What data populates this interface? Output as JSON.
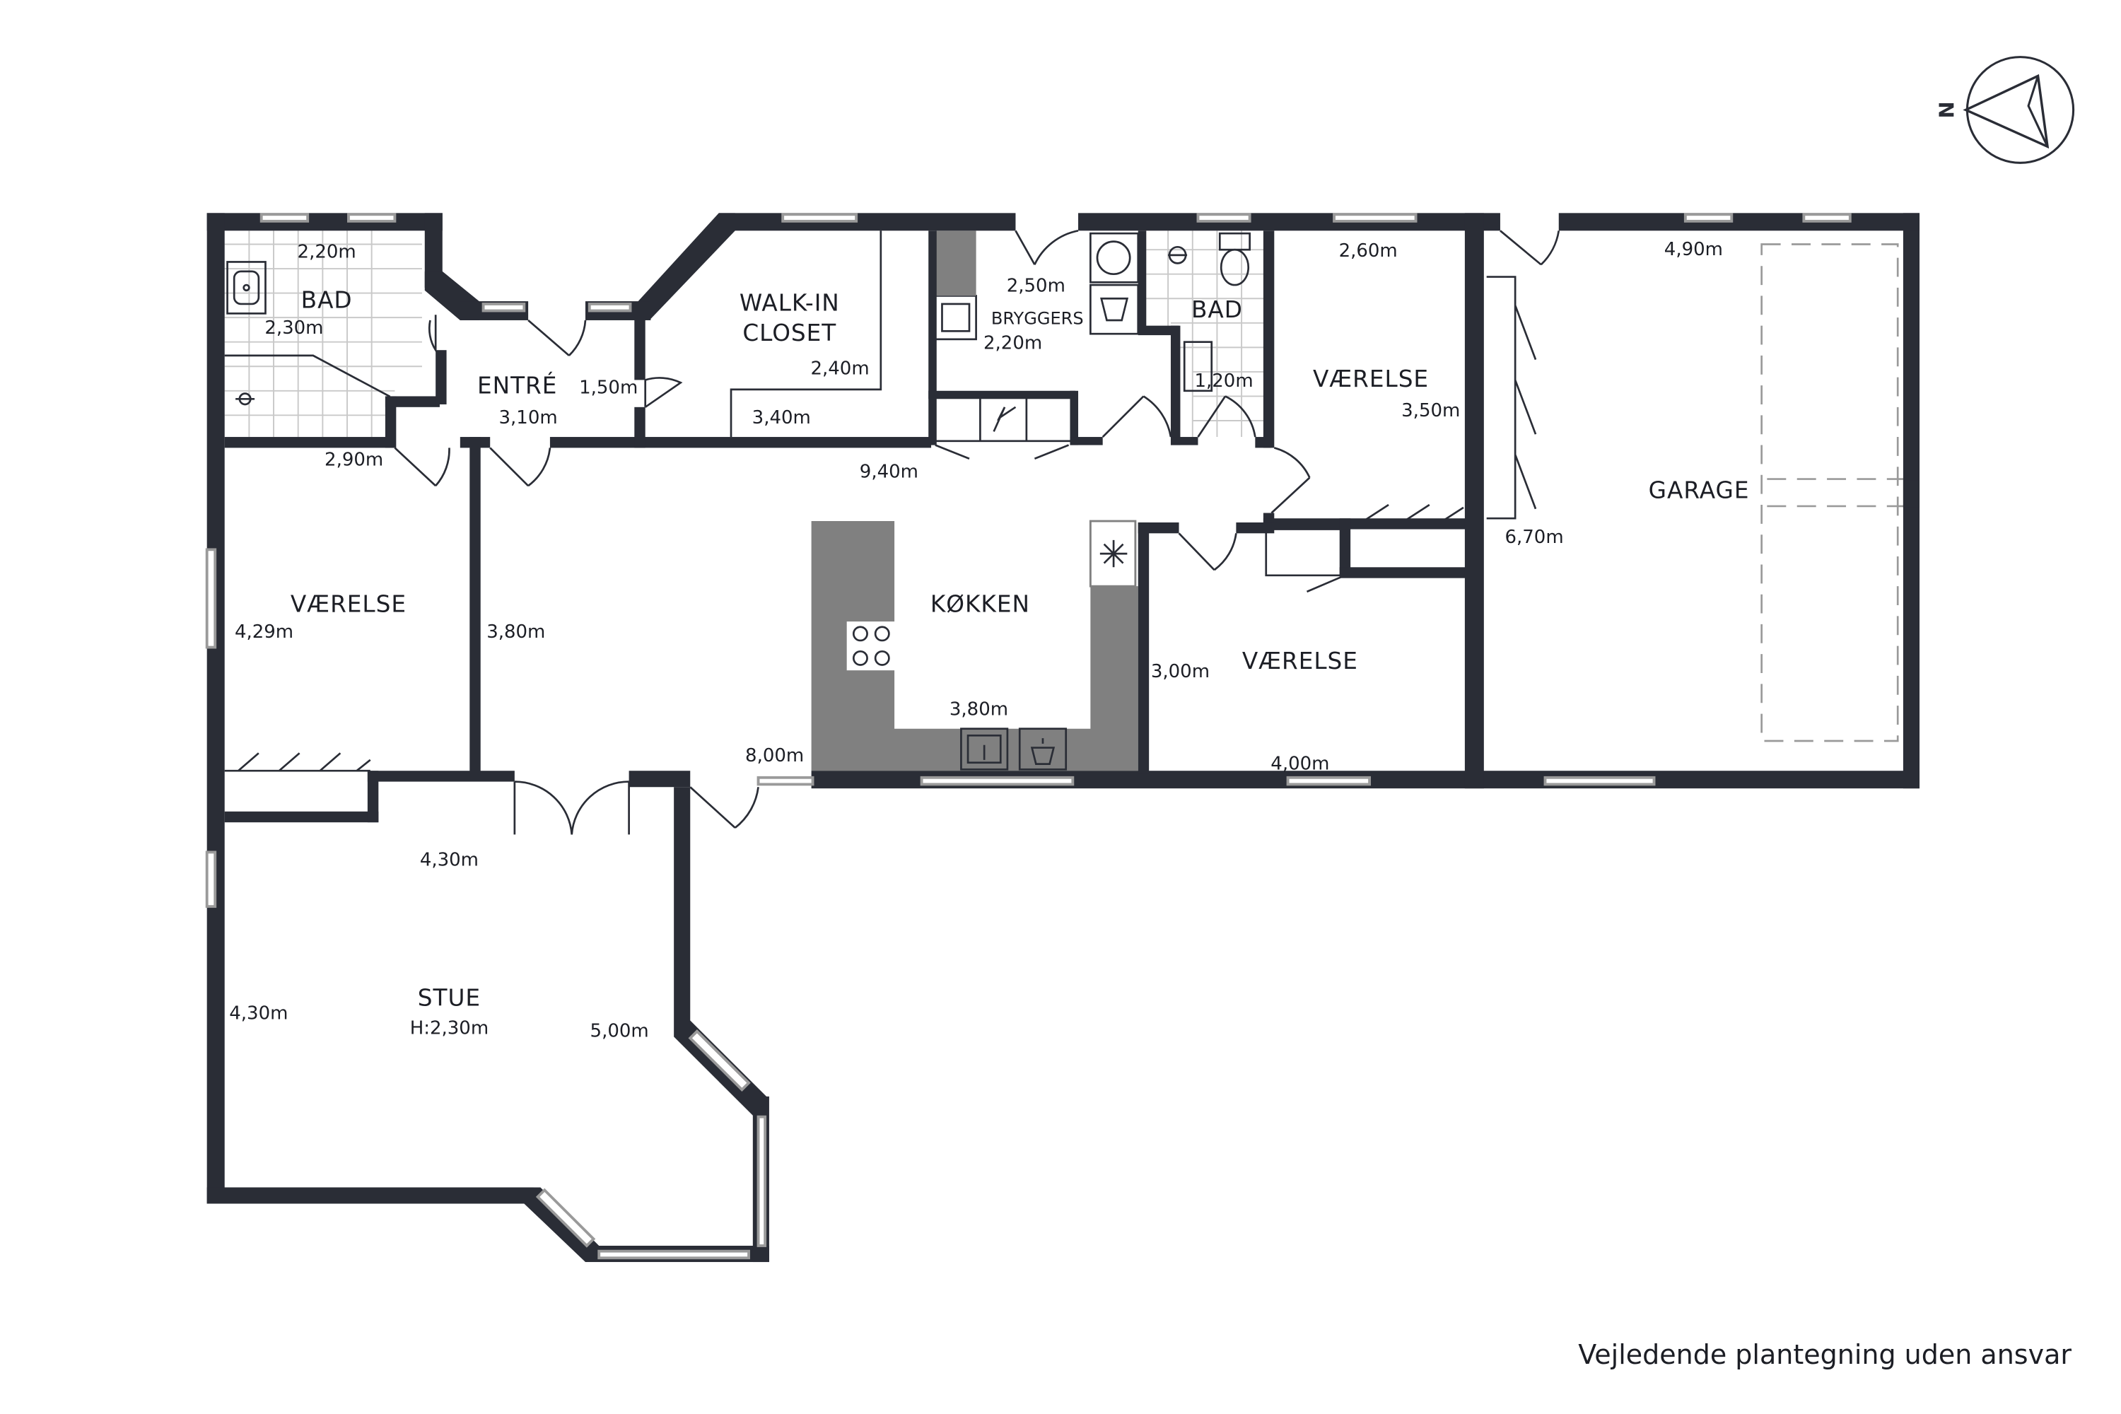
{
  "rooms": {
    "bad1": "BAD",
    "entre": "ENTRÉ",
    "walkin_line1": "WALK-IN",
    "walkin_line2": "CLOSET",
    "bryggers": "BRYGGERS",
    "bad2": "BAD",
    "vaerelse_ne": "VÆRELSE",
    "garage": "GARAGE",
    "vaerelse_w": "VÆRELSE",
    "kokken": "KØKKEN",
    "vaerelse_s": "VÆRELSE",
    "stue": "STUE",
    "stue_height": "H:2,30m"
  },
  "dimensions": {
    "bad1_width": "2,20m",
    "bad1_depth": "2,30m",
    "entre_width": "3,10m",
    "entre_depth": "1,50m",
    "walkin_depth": "2,40m",
    "walkin_width": "3,40m",
    "bryggers_width": "2,50m",
    "bryggers_depth": "2,20m",
    "bad2_depth": "1,20m",
    "vaerelse_ne_width": "2,60m",
    "vaerelse_ne_depth": "3,50m",
    "garage_width": "4,90m",
    "garage_depth": "6,70m",
    "vaerelse_w_width": "2,90m",
    "vaerelse_w_depth": "4,29m",
    "hall_length": "9,40m",
    "hall_depth": "3,80m",
    "kokken_width": "3,80m",
    "kokken_length": "8,00m",
    "vaerelse_s_depth": "3,00m",
    "vaerelse_s_width": "4,00m",
    "stue_top": "4,30m",
    "stue_left": "4,30m",
    "stue_right": "5,00m"
  },
  "compass": {
    "label": "N"
  },
  "footer": {
    "disclaimer": "Vejledende plantegning uden ansvar"
  },
  "colors": {
    "wall": "#2a2d36",
    "counter": "#808080",
    "window": "#9a9a9a"
  }
}
